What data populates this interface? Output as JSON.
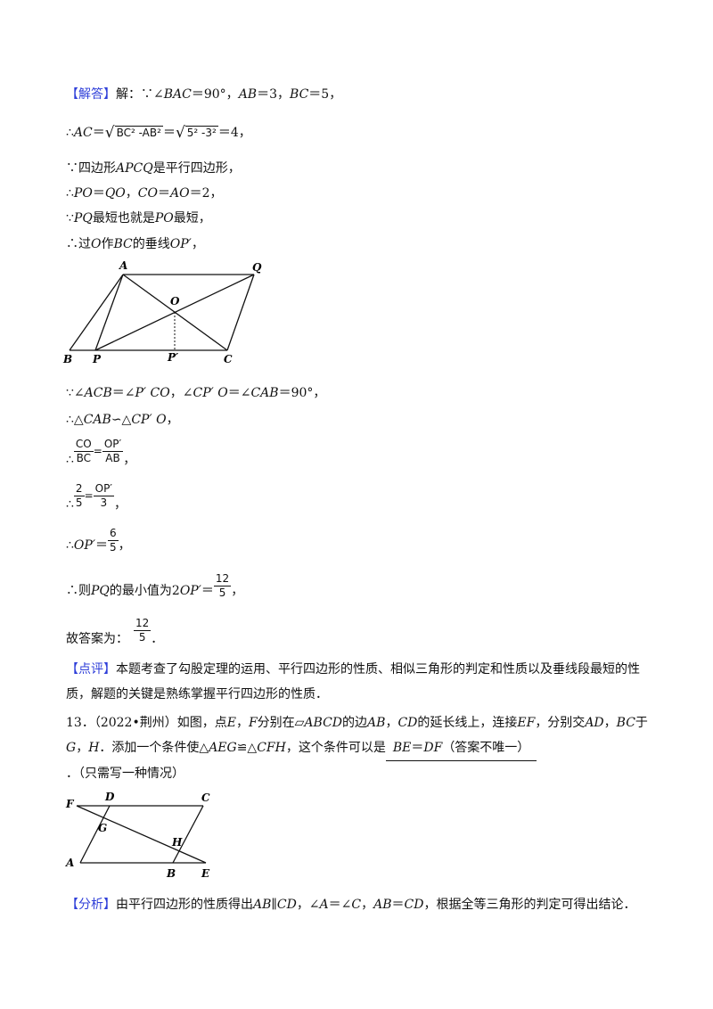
{
  "answer": {
    "tag": "【解答】",
    "l1_a": "解：∵∠",
    "l1_b": "BAC",
    "l1_c": "＝90°，",
    "l1_d": "AB",
    "l1_e": "＝3，",
    "l1_f": "BC",
    "l1_g": "＝5，",
    "l2_a": "∴",
    "l2_b": "AC",
    "l2_c": "＝",
    "l2_sqrt1": "BC² -AB²",
    "l2_d": "＝",
    "l2_sqrt2": "5² -3²",
    "l2_e": "＝4，",
    "l3_a": "∵四边形",
    "l3_b": "APCQ",
    "l3_c": "是平行四边形，",
    "l4_a": "∴",
    "l4_b": "PO",
    "l4_c": "＝",
    "l4_d": "QO",
    "l4_e": "，",
    "l4_f": "CO",
    "l4_g": "＝",
    "l4_h": "AO",
    "l4_i": "＝2，",
    "l5_a": "∵",
    "l5_b": "PQ",
    "l5_c": "最短也就是",
    "l5_d": "PO",
    "l5_e": "最短，",
    "l6_a": "∴过",
    "l6_b": "O",
    "l6_c": "作",
    "l6_d": "BC",
    "l6_e": "的垂线",
    "l6_f": "OP′",
    "l6_g": "，",
    "l7_a": "∵∠",
    "l7_b": "ACB",
    "l7_c": "＝∠",
    "l7_d": "P′ CO",
    "l7_e": "，∠",
    "l7_f": "CP′ O",
    "l7_g": "＝∠",
    "l7_h": "CAB",
    "l7_i": "＝90°，",
    "l8_a": "∴△",
    "l8_b": "CAB",
    "l8_c": "∽△",
    "l8_d": "CP′ O",
    "l8_e": "，",
    "f1_num1": "CO",
    "f1_den1": "BC",
    "f1_eq": "=",
    "f1_num2": "OP′",
    "f1_den2": "AB",
    "f1_tail": "，",
    "f2_num1": "2",
    "f2_den1": "5",
    "f2_eq": "=",
    "f2_num2": "OP′",
    "f2_den2": "3",
    "f2_tail": "，",
    "l11_a": "∴",
    "l11_b": "OP′",
    "l11_c": "＝",
    "l11_num": "6",
    "l11_den": "5",
    "l11_tail": "，",
    "l12_a": "∴则",
    "l12_b": "PQ",
    "l12_c": "的最小值为2",
    "l12_d": "OP′",
    "l12_e": "＝",
    "l12_num": "12",
    "l12_den": "5",
    "l12_tail": "，",
    "l13_a": "故答案为：",
    "l13_num": "12",
    "l13_den": "5",
    "l13_tail": "．",
    "therefore": "∴"
  },
  "fig1": {
    "A": "A",
    "Q": "Q",
    "O": "O",
    "B": "B",
    "P": "P",
    "P2": "P′",
    "C": "C"
  },
  "comment": {
    "tag": "【点评】",
    "text": "本题考查了勾股定理的运用、平行四边形的性质、相似三角形的判定和性质以及垂线段最短的性质，解题的关键是熟练掌握平行四边形的性质．"
  },
  "q13": {
    "num": "13．（2022•荆州）如图，点",
    "a": "E",
    "b": "，",
    "c": "F",
    "d": "分别在",
    "e": "▱ABCD",
    "f": "的边",
    "g": "AB",
    "h": "，",
    "i": "CD",
    "j": "的延长线上，连接",
    "k": "EF",
    "l": "，分别交",
    "m": "AD",
    "n": "，",
    "o": "BC",
    "p": "于",
    "q": "G",
    "r": "，",
    "s": "H",
    "t": "．添加一个条件使△",
    "u": "AEG",
    "v": "≌△",
    "w": "CFH",
    "x": "，这个条件可以是",
    "ans1": "BE",
    "ans2": "＝",
    "ans3": "DF",
    "ans4": "（答案不唯一）",
    "y": "．（只需写一种情况）"
  },
  "fig2": {
    "F": "F",
    "D": "D",
    "C": "C",
    "G": "G",
    "H": "H",
    "A": "A",
    "B": "B",
    "E": "E"
  },
  "analysis": {
    "tag": "【分析】",
    "a": "由平行四边形的性质得出",
    "b": "AB",
    "c": "∥",
    "d": "CD",
    "e": "，∠",
    "f": "A",
    "g": "＝∠",
    "h": "C",
    "i": "，",
    "j": "AB",
    "k": "＝",
    "l": "CD",
    "m": "，根据全等三角形的判定可得出结论．"
  }
}
